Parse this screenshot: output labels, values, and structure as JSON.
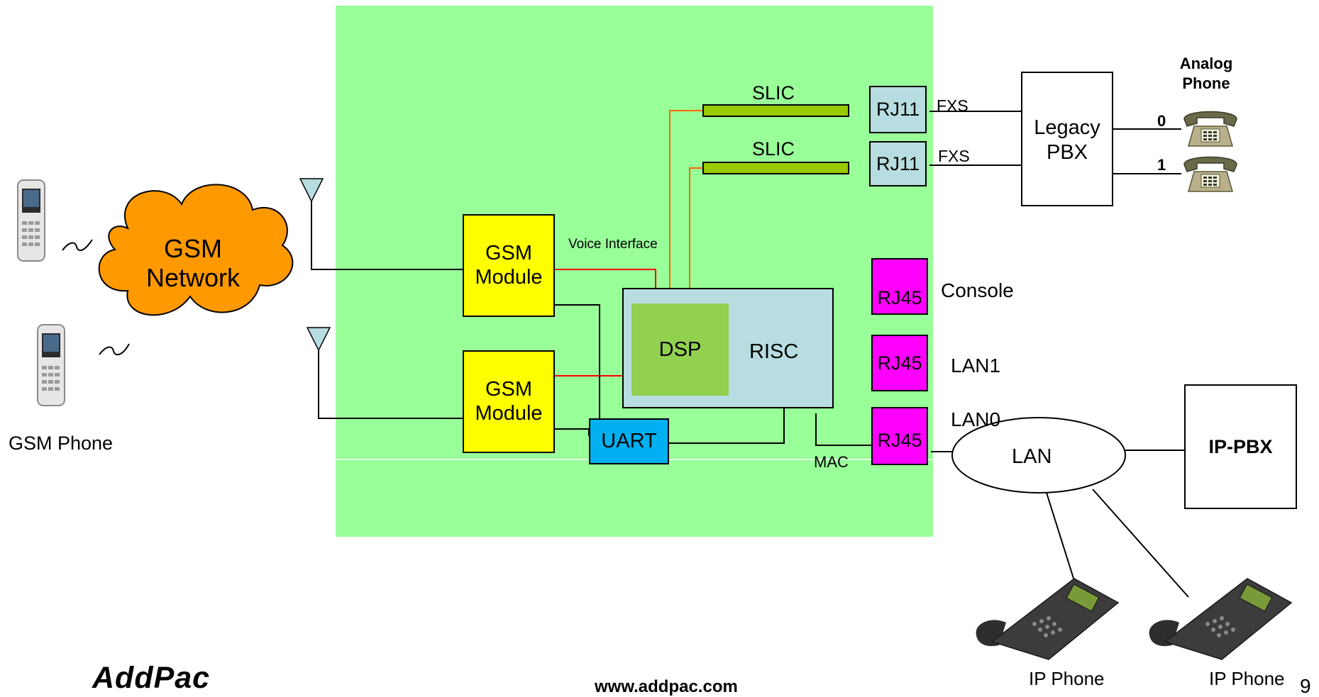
{
  "board": {
    "slic_1": "SLIC",
    "slic_2": "SLIC",
    "rj11_1": "RJ11",
    "rj11_2": "RJ11",
    "fxs_1": "FXS",
    "fxs_2": "FXS",
    "voice_interface": "Voice Interface",
    "gsm_module_1": [
      "GSM",
      "Module"
    ],
    "gsm_module_2": [
      "GSM",
      "Module"
    ],
    "dsp": "DSP",
    "risc": "RISC",
    "uart": "UART",
    "mac": "MAC",
    "rj45_console": "RJ45",
    "rj45_lan1": "RJ45",
    "rj45_lan0": "RJ45",
    "console": "Console",
    "lan1": "LAN1",
    "lan0": "LAN0"
  },
  "gsm_network": [
    "GSM",
    "Network"
  ],
  "gsm_phone": "GSM Phone",
  "legacy_pbx": [
    "Legacy",
    "PBX"
  ],
  "analog_phone": [
    "Analog",
    "Phone"
  ],
  "analog_ports": [
    "0",
    "1"
  ],
  "lan": "LAN",
  "ip_pbx": "IP-PBX",
  "ip_phones": [
    "IP Phone",
    "IP Phone"
  ],
  "footer": {
    "logo": "AddPac",
    "url": "www.addpac.com",
    "page_number": "9"
  },
  "colors": {
    "board": "#99ff99",
    "gsm_module": "#ffff00",
    "dsp": "#92d050",
    "risc": "#b7dde0",
    "uart": "#00b0f0",
    "rj45": "#ff00ff",
    "rj11": "#b7dde0",
    "slic": "#99cc00",
    "cloud": "#ff9900",
    "voice_line": "#ff0000",
    "slic_line": "#ff6600"
  }
}
